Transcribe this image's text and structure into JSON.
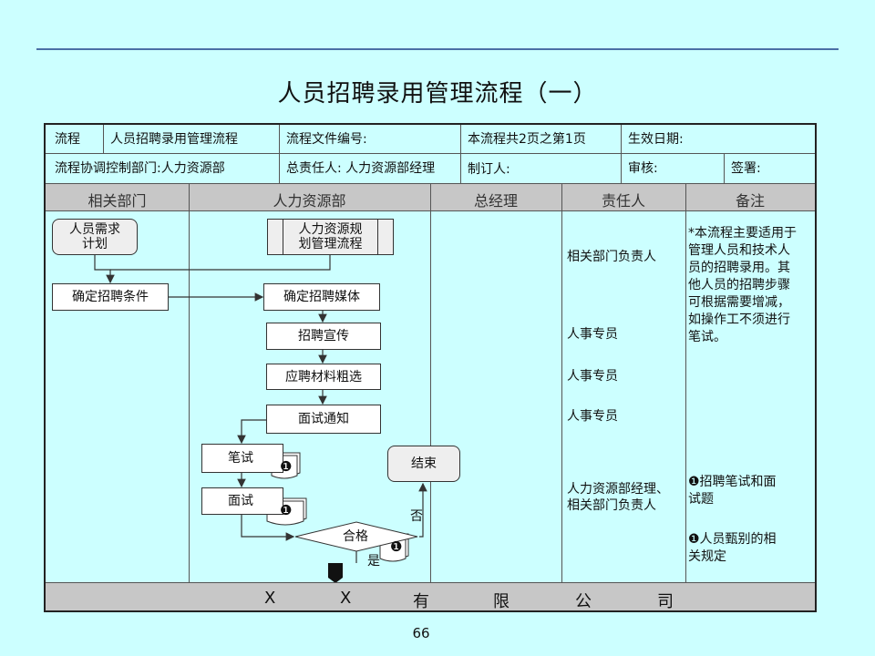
{
  "title": "人员招聘录用管理流程（一）",
  "header": {
    "r1c1": "流程",
    "r1c2": "人员招聘录用管理流程",
    "r1c3": "流程文件编号:",
    "r1c4": "本流程共2页之第1页",
    "r1c5": "生效日期:",
    "r2c1": "流程协调控制部门:人力资源部",
    "r2c2": "总责任人: 人力资源部经理",
    "r2c3": "制订人:",
    "r2c4": "审核:",
    "r2c5": "签署:"
  },
  "columns": [
    "相关部门",
    "人力资源部",
    "总经理",
    "责任人",
    "备注"
  ],
  "flow": {
    "need_plan": "人员需求\n计划",
    "hr_plan": "人力资源规\n划管理流程",
    "conditions": "确定招聘条件",
    "media": "确定招聘媒体",
    "publicity": "招聘宣传",
    "screening": "应聘材料粗选",
    "interview_notice": "面试通知",
    "written_test": "笔试",
    "interview": "面试",
    "qualified": "合格",
    "end": "结束",
    "no": "否",
    "yes": "是",
    "doc_mark": "❶"
  },
  "responsible": {
    "r1": "相关部门负责人",
    "r2": "人事专员",
    "r3": "人事专员",
    "r4": "人事专员",
    "r5": "人力资源部经理、\n相关部门负责人"
  },
  "notes": {
    "n1": "*本流程主要适用于\n管理人员和技术人\n员的招聘录用。其\n他人员的招聘步骤\n可根据需要增减，\n如操作工不须进行\n笔试。",
    "n2": "❶招聘笔试和面\n试题",
    "n3": "❶人员甄别的相\n关规定"
  },
  "footer": [
    "X",
    "X",
    "有",
    "限",
    "公",
    "司"
  ],
  "page_number": "66"
}
